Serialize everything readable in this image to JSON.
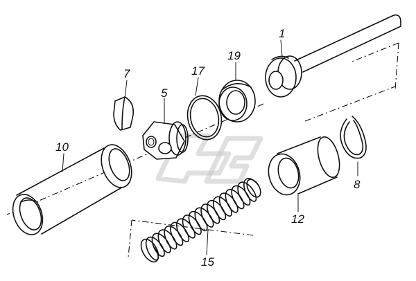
{
  "labels": [
    {
      "id": "part-1",
      "text": "1"
    },
    {
      "id": "part-19",
      "text": "19"
    },
    {
      "id": "part-7",
      "text": "7"
    },
    {
      "id": "part-17",
      "text": "17"
    },
    {
      "id": "part-5",
      "text": "5"
    },
    {
      "id": "part-10",
      "text": "10"
    },
    {
      "id": "part-8",
      "text": "8"
    },
    {
      "id": "part-12",
      "text": "12"
    },
    {
      "id": "part-15",
      "text": "15"
    }
  ]
}
